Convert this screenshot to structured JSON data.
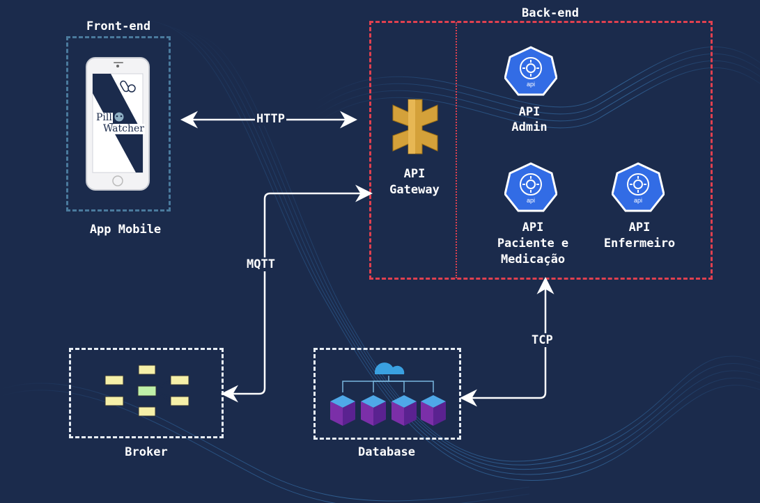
{
  "groups": {
    "frontend": "Front-end",
    "backend": "Back-end"
  },
  "nodes": {
    "app_mobile": "App Mobile",
    "api_gateway": [
      "API",
      "Gateway"
    ],
    "api_admin": [
      "API",
      "Admin"
    ],
    "api_paciente": [
      "API",
      "Paciente e",
      "Medicação"
    ],
    "api_enfermeiro": [
      "API",
      "Enfermeiro"
    ],
    "broker": "Broker",
    "database": "Database"
  },
  "edges": {
    "http": "HTTP",
    "mqtt": "MQTT",
    "tcp": "TCP"
  },
  "phone": {
    "logo_line1": "Pill",
    "logo_line2": "Watcher"
  },
  "icons": {
    "api_badge_text": "api"
  },
  "colors": {
    "background": "#1b2b4c",
    "backend_border": "#e0404f",
    "frontend_border": "#4a7a9d",
    "gateway": "#d4a13a",
    "api_badge": "#326ce5"
  }
}
